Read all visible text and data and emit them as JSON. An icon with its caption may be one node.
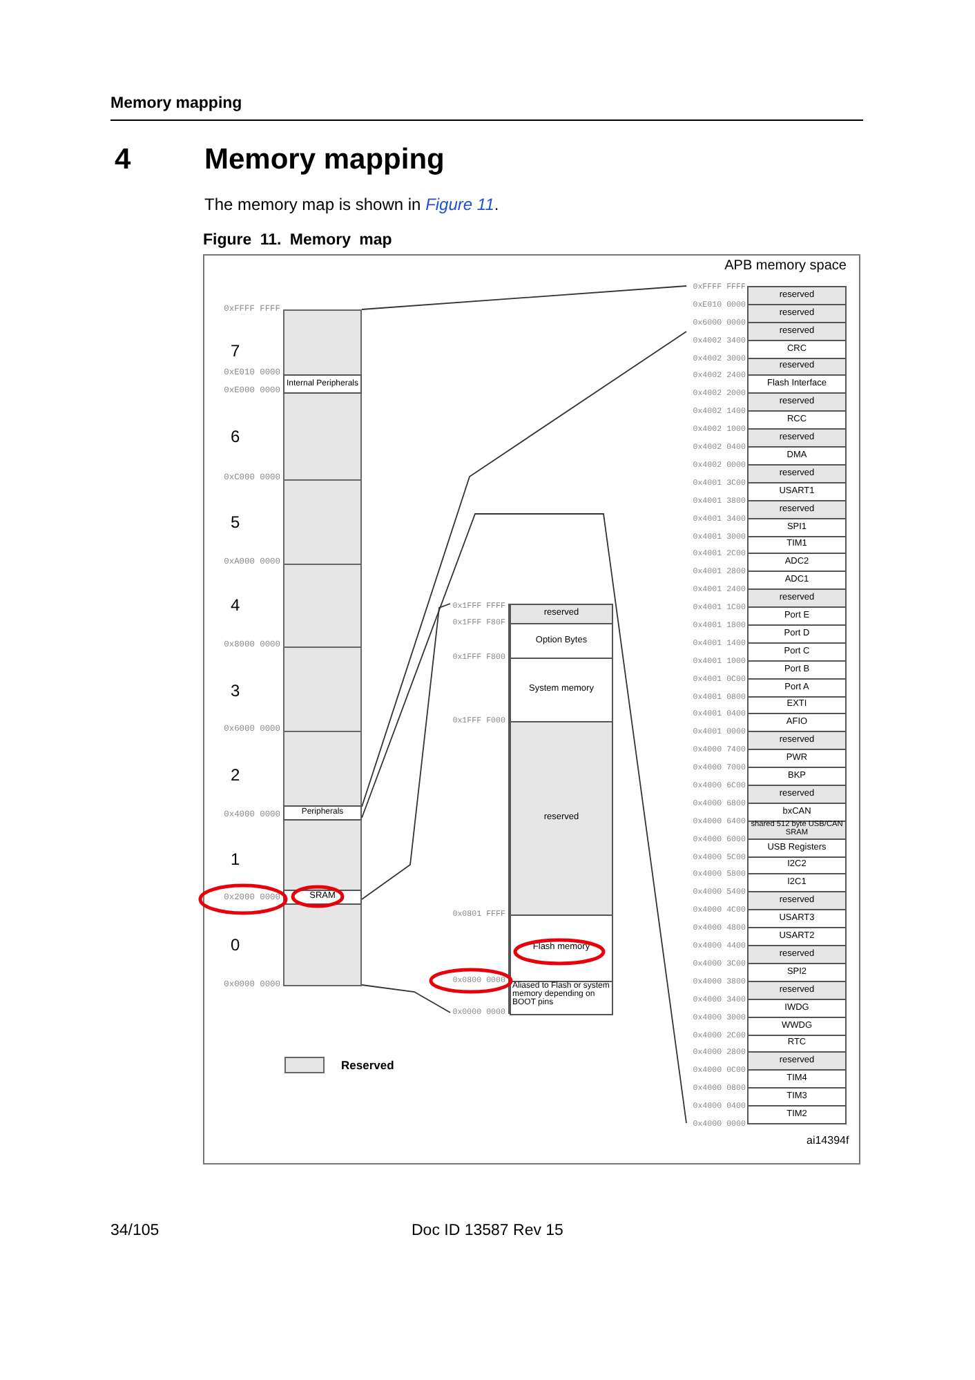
{
  "diagram": {
    "title": "Memory mapping",
    "caption": "Figure 11. Memory map",
    "nodes": [
      {
        "text": [],
        "shape": "bar"
      },
      {
        "text": [
          "Internal Peripherals"
        ],
        "in": 0
      },
      {
        "text": [
          "Peripherals"
        ],
        "in": 0
      },
      {
        "text": [
          "SRAM"
        ],
        "in": 0
      },
      {
        "text": [],
        "shape": "bar"
      },
      {
        "text": [
          "reserved"
        ],
        "in": 4
      },
      {
        "text": [
          "Option Bytes"
        ],
        "in": 4
      },
      {
        "text": [
          "System memory"
        ],
        "in": 4
      },
      {
        "text": [
          "reserved"
        ],
        "in": 4
      },
      {
        "text": [
          "Flash memory"
        ],
        "in": 4
      },
      {
        "text": [
          "Aliased to Flash or system memory depending on BOOT pins"
        ],
        "in": 4
      },
      {
        "text": [
          "APB memory space"
        ]
      },
      {
        "text": [
          "reserved"
        ],
        "in": 11
      },
      {
        "text": [
          "reserved"
        ],
        "in": 11
      },
      {
        "text": [
          "reserved"
        ],
        "in": 11
      },
      {
        "text": [
          "CRC"
        ],
        "in": 11
      },
      {
        "text": [
          "reserved"
        ],
        "in": 11
      },
      {
        "text": [
          "Flash Interface"
        ],
        "in": 11
      },
      {
        "text": [
          "reserved"
        ],
        "in": 11
      },
      {
        "text": [
          "RCC"
        ],
        "in": 11
      },
      {
        "text": [
          "reserved"
        ],
        "in": 11
      },
      {
        "text": [
          "DMA"
        ],
        "in": 11
      },
      {
        "text": [
          "reserved"
        ],
        "in": 11
      },
      {
        "text": [
          "USART1"
        ],
        "in": 11
      },
      {
        "text": [
          "reserved"
        ],
        "in": 11
      },
      {
        "text": [
          "SPI1"
        ],
        "in": 11
      },
      {
        "text": [
          "TIM1"
        ],
        "in": 11
      },
      {
        "text": [
          "ADC2"
        ],
        "in": 11
      },
      {
        "text": [
          "ADC1"
        ],
        "in": 11
      },
      {
        "text": [
          "reserved"
        ],
        "in": 11
      },
      {
        "text": [
          "Port E"
        ],
        "in": 11
      },
      {
        "text": [
          "Port D"
        ],
        "in": 11
      },
      {
        "text": [
          "Port C"
        ],
        "in": 11
      },
      {
        "text": [
          "Port B"
        ],
        "in": 11
      },
      {
        "text": [
          "Port A"
        ],
        "in": 11
      },
      {
        "text": [
          "EXTI"
        ],
        "in": 11
      },
      {
        "text": [
          "AFIO"
        ],
        "in": 11
      },
      {
        "text": [
          "reserved"
        ],
        "in": 11
      },
      {
        "text": [
          "PWR"
        ],
        "in": 11
      },
      {
        "text": [
          "BKP"
        ],
        "in": 11
      },
      {
        "text": [
          "reserved"
        ],
        "in": 11
      },
      {
        "text": [
          "bxCAN"
        ],
        "in": 11
      },
      {
        "text": [
          "shared 512 byte USB/CAN SRAM"
        ],
        "in": 11
      },
      {
        "text": [
          "USB Registers"
        ],
        "in": 11
      },
      {
        "text": [
          "I2C2"
        ],
        "in": 11
      },
      {
        "text": [
          "I2C1"
        ],
        "in": 11
      },
      {
        "text": [
          "reserved"
        ],
        "in": 11
      },
      {
        "text": [
          "USART3"
        ],
        "in": 11
      },
      {
        "text": [
          "USART2"
        ],
        "in": 11
      },
      {
        "text": [
          "reserved"
        ],
        "in": 11
      },
      {
        "text": [
          "SPI2"
        ],
        "in": 11
      },
      {
        "text": [
          "reserved"
        ],
        "in": 11
      },
      {
        "text": [
          "IWDG"
        ],
        "in": 11
      },
      {
        "text": [
          "WWDG"
        ],
        "in": 11
      },
      {
        "text": [
          "RTC"
        ],
        "in": 11
      },
      {
        "text": [
          "reserved"
        ],
        "in": 11
      },
      {
        "text": [
          "TIM4"
        ],
        "in": 11
      },
      {
        "text": [
          "TIM3"
        ],
        "in": 11
      },
      {
        "text": [
          "TIM2"
        ],
        "in": 11
      }
    ],
    "edges": [
      {
        "from": 0,
        "to": 11,
        "arrow": "none"
      },
      {
        "from": 2,
        "to": 11,
        "arrow": "none"
      },
      {
        "from": 2,
        "to": 11,
        "arrow": "none"
      },
      {
        "from": 3,
        "to": 4,
        "arrow": "none"
      },
      {
        "from": 0,
        "to": 4,
        "arrow": "none"
      }
    ],
    "labels": [
      "Memory mapping",
      "4",
      "The memory map is shown in *Figure 11*.",
      "0xFFFF FFFF",
      "7",
      "0xE010 0000",
      "0xE000 0000",
      "6",
      "0xC000 0000",
      "5",
      "0xA000 0000",
      "4",
      "0x8000 0000",
      "3",
      "0x6000 0000",
      "2",
      "0x4000 0000",
      "1",
      "0x2000 0000",
      "0",
      "0x0000 0000",
      "0x1FFF FFFF",
      "0x1FFF F80F",
      "0x1FFF F800",
      "0x1FFF F000",
      "0x0801 FFFF",
      "0x0800 0000",
      "0x0000 0000",
      "0xFFFF FFFF",
      "0xE010 0000",
      "0x6000 0000",
      "0x4002 3400",
      "0x4002 3000",
      "0x4002 2400",
      "0x4002 2000",
      "0x4002 1400",
      "0x4002 1000",
      "0x4002 0400",
      "0x4002 0000",
      "0x4001 3C00",
      "0x4001 3800",
      "0x4001 3400",
      "0x4001 3000",
      "0x4001 2C00",
      "0x4001 2800",
      "0x4001 2400",
      "0x4001 1C00",
      "0x4001 1800",
      "0x4001 1400",
      "0x4001 1000",
      "0x4001 0C00",
      "0x4001 0800",
      "0x4001 0400",
      "0x4001 0000",
      "0x4000 7400",
      "0x4000 7000",
      "0x4000 6C00",
      "0x4000 6800",
      "0x4000 6400",
      "0x4000 6000",
      "0x4000 5C00",
      "0x4000 5800",
      "0x4000 5400",
      "0x4000 4C00",
      "0x4000 4800",
      "0x4000 4400",
      "0x4000 3C00",
      "0x4000 3800",
      "0x4000 3400",
      "0x4000 3000",
      "0x4000 2C00",
      "0x4000 2800",
      "0x4000 0C00",
      "0x4000 0800",
      "0x4000 0400",
      "0x4000 0000",
      "ai14394f",
      "34/105",
      "Doc ID 13587 Rev 15"
    ],
    "legend": [
      {
        "text": "Reserved",
        "color": "#e6e6e6"
      }
    ]
  }
}
